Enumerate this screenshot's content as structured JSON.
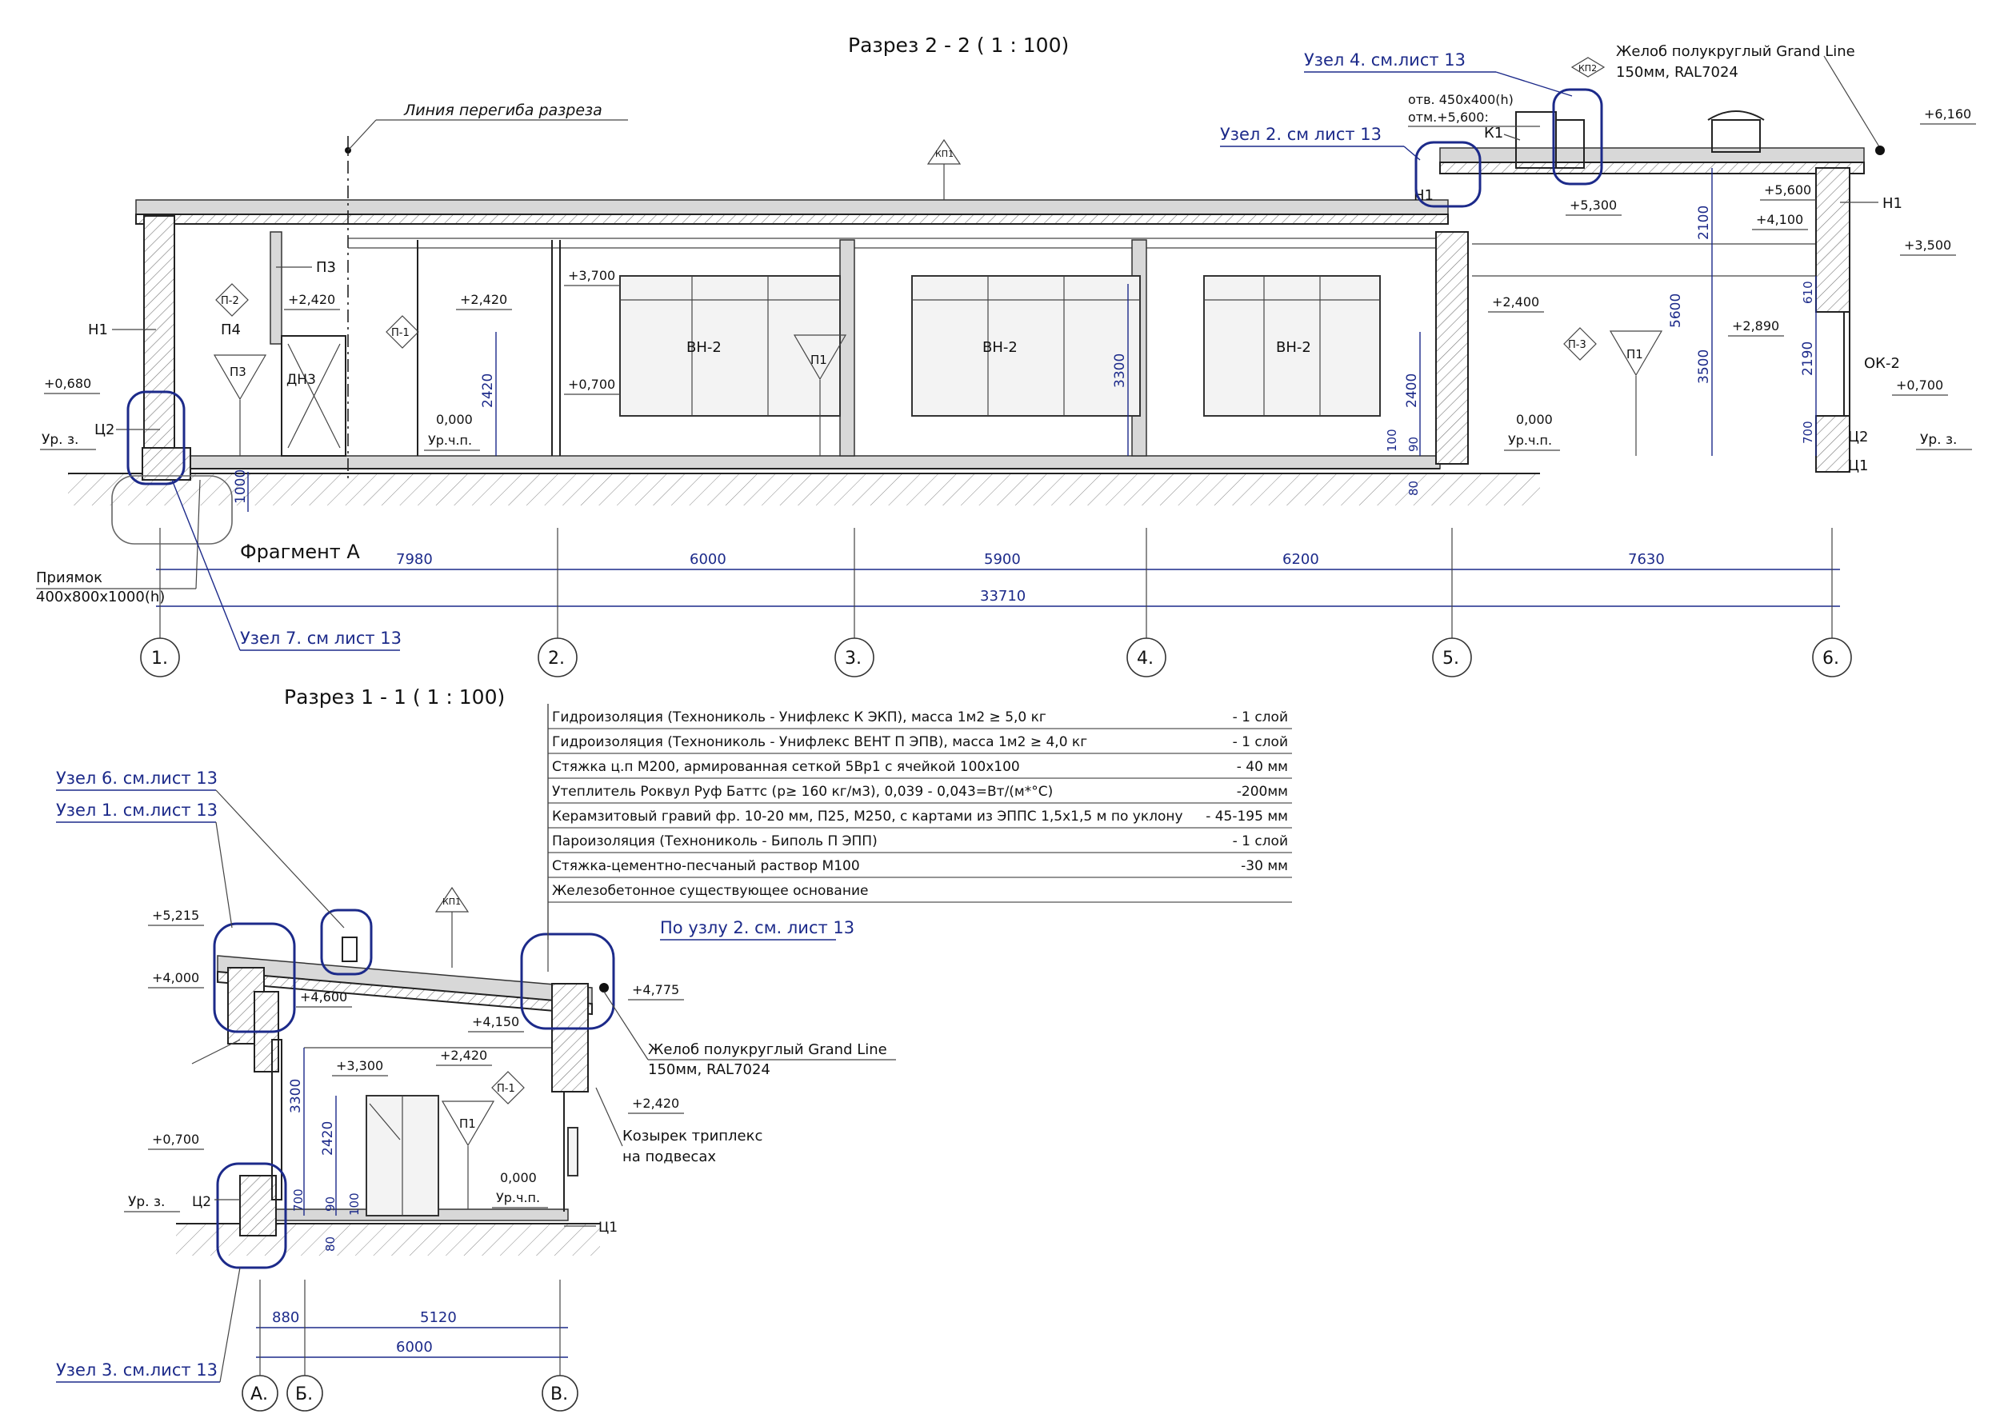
{
  "titles": {
    "section22": "Разрез 2 - 2 ( 1 : 100)",
    "section11": "Разрез 1 - 1 ( 1 : 100)"
  },
  "callouts": {
    "fold_line": "Линия перегиба разреза",
    "uzel4": "Узел 4. см.лист 13",
    "uzel2": "Узел 2. см лист 13",
    "gutter1": "Желоб полукруглый Grand Line",
    "gutter2": "150мм, RAL7024",
    "opening1": "отв. 450х400(h)",
    "opening2": "отм.+5,600:",
    "fragment": "Фрагмент А",
    "pit1": "Приямок",
    "pit2": "400х800х1000(h)",
    "uzel7": "Узел 7. см лист 13",
    "uzel6": "Узел 6. см.лист 13",
    "uzel1": "Узел 1. см.лист 13",
    "uzel2b": "По узлу 2. см. лист 13",
    "uzel3": "Узел 3. см.лист 13",
    "canopy1": "Козырек триплекс",
    "canopy2": "на подвесах"
  },
  "tags": {
    "kp1": "КП1",
    "kp2": "КП2",
    "k1": "К1",
    "n1": "Н1",
    "p1": "П1",
    "p2": "П-2",
    "p3": "П3",
    "p4": "П4",
    "p_1": "П-1",
    "p_3": "П-3",
    "dn3": "ДН3",
    "vn2": "ВН-2",
    "ts1": "Ц1",
    "ts2": "Ц2",
    "ok2": "ОК-2",
    "ground": "Ур. з.",
    "floor": "Ур.ч.п."
  },
  "levels": {
    "l6160": "+6,160",
    "l5600": "+5,600",
    "l5300": "+5,300",
    "l4100": "+4,100",
    "l3500": "+3,500",
    "l3700": "+3,700",
    "l2420": "+2,420",
    "l2400": "+2,400",
    "l2890": "+2,890",
    "l0700": "+0,700",
    "l0680": "+0,680",
    "l0000": "0,000",
    "l5215": "+5,215",
    "l4000": "+4,000",
    "l4600": "+4,600",
    "l4150": "+4,150",
    "l4775": "+4,775",
    "l3300": "+3,300"
  },
  "dims": {
    "d7980": "7980",
    "d6000": "6000",
    "d5900": "5900",
    "d6200": "6200",
    "d7630": "7630",
    "d33710": "33710",
    "d2420": "2420",
    "d1000": "1000",
    "d3300": "3300",
    "d2400": "2400",
    "d100": "100",
    "d90": "90",
    "d80": "80",
    "d2100": "2100",
    "d5600": "5600",
    "d3500": "3500",
    "d610": "610",
    "d2190": "2190",
    "d700": "700",
    "d880": "880",
    "d5120": "5120"
  },
  "axes_top": [
    "1.",
    "2.",
    "3.",
    "4.",
    "5.",
    "6."
  ],
  "axes_bottom": [
    "А.",
    "Б.",
    "В."
  ],
  "layers": [
    {
      "name": "Гидроизоляция (Технониколь - Унифлекс К ЭКП), масса 1м2 ≥ 5,0 кг",
      "value": "- 1 слой"
    },
    {
      "name": "Гидроизоляция (Технониколь - Унифлекс ВЕНТ П ЭПВ), масса 1м2 ≥ 4,0 кг",
      "value": "- 1 слой"
    },
    {
      "name": "Стяжка ц.п М200, армированная сеткой 5Вр1 с ячейкой 100х100",
      "value": "- 40 мм"
    },
    {
      "name": "Утеплитель Роквул Руф Баттс (p≥ 160 кг/м3), 0,039 - 0,043=Вт/(м*°С)",
      "value": "-200мм"
    },
    {
      "name": "Керамзитовый гравий фр. 10-20 мм, П25, М250, с картами из ЭППС 1,5х1,5 м по уклону",
      "value": "- 45-195 мм"
    },
    {
      "name": "Пароизоляция (Технониколь - Биполь П ЭПП)",
      "value": "- 1 слой"
    },
    {
      "name": "Стяжка-цементно-песчаный раствор М100",
      "value": "-30 мм"
    },
    {
      "name": "Железобетонное существующее основание",
      "value": ""
    }
  ]
}
